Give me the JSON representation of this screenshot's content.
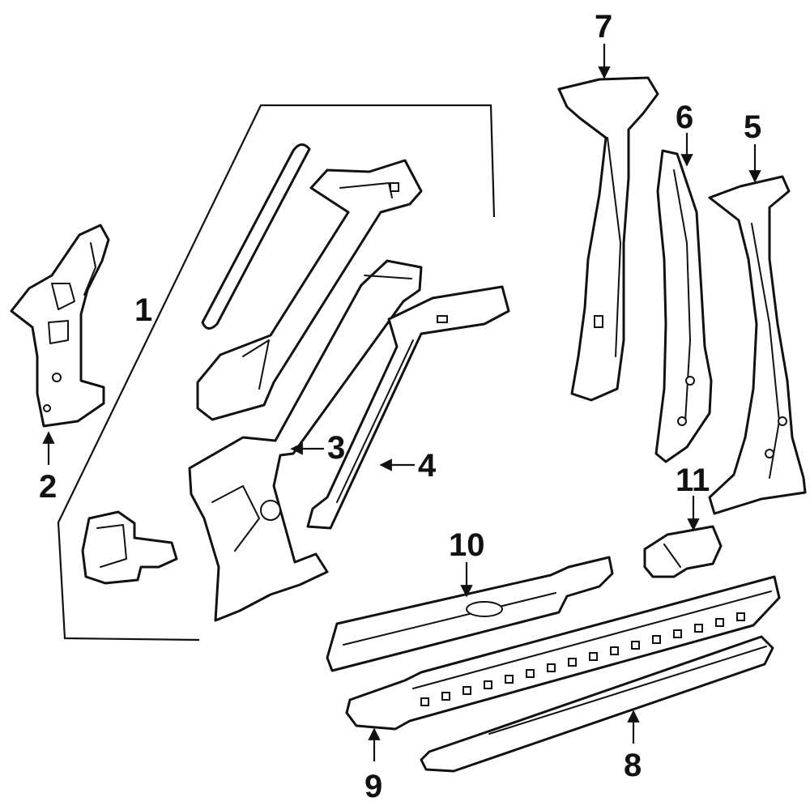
{
  "diagram": {
    "type": "exploded-parts-diagram",
    "colors": {
      "line": "#111111",
      "background": "#ffffff"
    },
    "callouts": [
      {
        "id": "1",
        "label": "1"
      },
      {
        "id": "2",
        "label": "2"
      },
      {
        "id": "3",
        "label": "3"
      },
      {
        "id": "4",
        "label": "4"
      },
      {
        "id": "5",
        "label": "5"
      },
      {
        "id": "6",
        "label": "6"
      },
      {
        "id": "7",
        "label": "7"
      },
      {
        "id": "8",
        "label": "8"
      },
      {
        "id": "9",
        "label": "9"
      },
      {
        "id": "10",
        "label": "10"
      },
      {
        "id": "11",
        "label": "11"
      }
    ]
  }
}
